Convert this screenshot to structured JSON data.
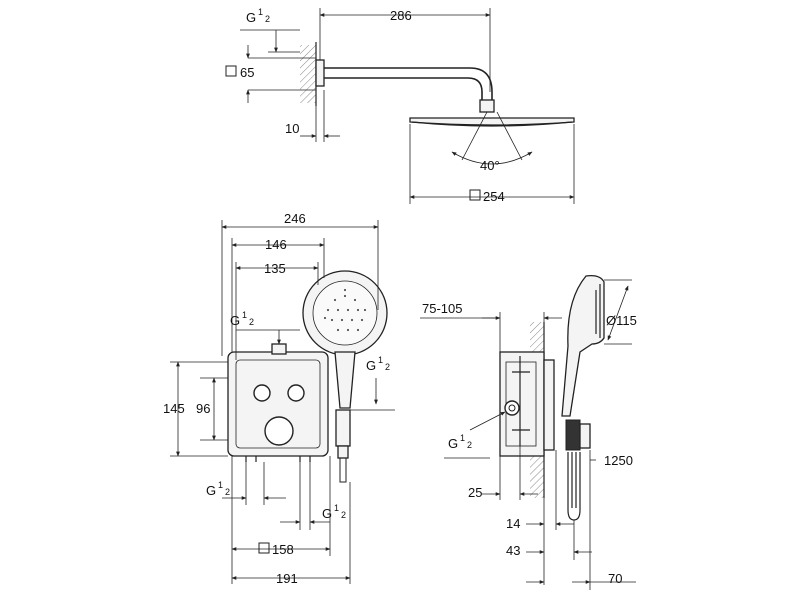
{
  "top": {
    "thread": "G",
    "thread_sup": "1",
    "thread_sub": "2",
    "square": "65",
    "wall": "10",
    "arm": "286",
    "angle": "40°",
    "head": "254"
  },
  "front": {
    "w1": "246",
    "w2": "146",
    "w3": "135",
    "thread": "G",
    "thread_sup": "1",
    "thread_sub": "2",
    "h1": "145",
    "h2": "96",
    "sq": "158",
    "w4": "191"
  },
  "side": {
    "depth": "75-105",
    "dia": "Ø115",
    "hose": "1250",
    "d1": "25",
    "d2": "14",
    "d3": "43",
    "d4": "70",
    "thread": "G",
    "thread_sup": "1",
    "thread_sub": "2"
  }
}
